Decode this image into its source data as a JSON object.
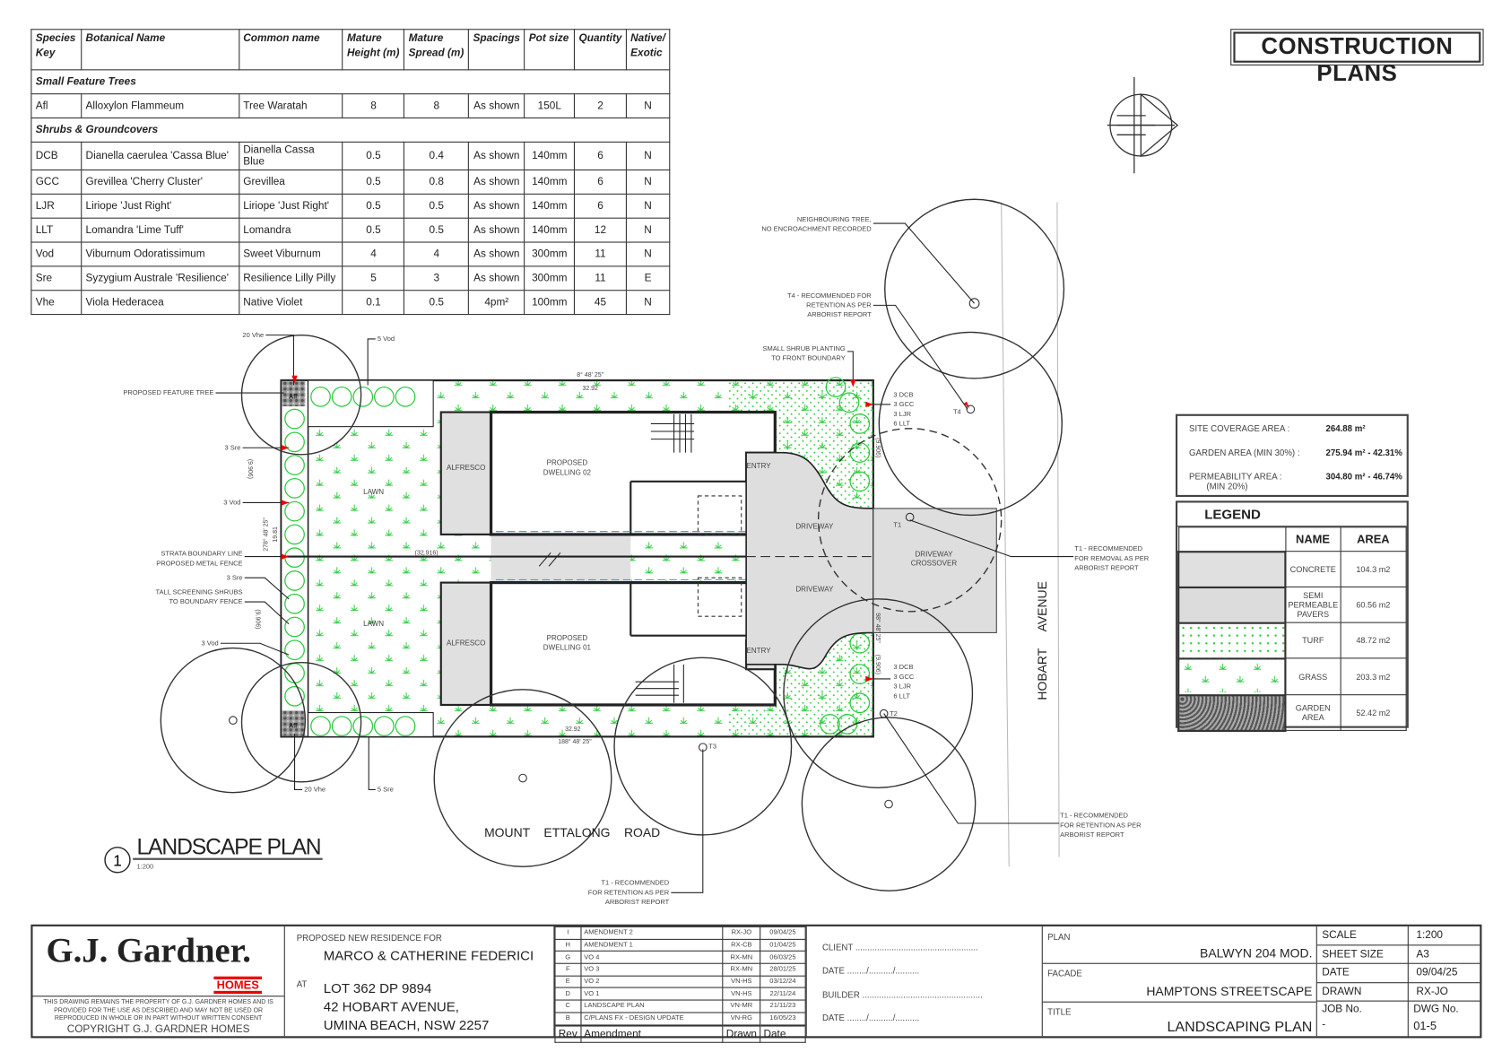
{
  "header": {
    "title": "CONSTRUCTION PLANS"
  },
  "plant_schedule": {
    "columns": [
      "Species Key",
      "Botanical Name",
      "Common name",
      "Mature Height (m)",
      "Mature Spread (m)",
      "Spacings",
      "Pot size",
      "Quantity",
      "Native/ Exotic"
    ],
    "sections": [
      {
        "title": "Small Feature Trees",
        "rows": [
          [
            "Afl",
            "Alloxylon Flammeum",
            "Tree Waratah",
            "8",
            "8",
            "As shown",
            "150L",
            "2",
            "N"
          ]
        ]
      },
      {
        "title": "Shrubs & Groundcovers",
        "rows": [
          [
            "DCB",
            "Dianella caerulea 'Cassa Blue'",
            "Dianella Cassa Blue",
            "0.5",
            "0.4",
            "As shown",
            "140mm",
            "6",
            "N"
          ],
          [
            "GCC",
            "Grevillea 'Cherry Cluster'",
            "Grevillea",
            "0.5",
            "0.8",
            "As shown",
            "140mm",
            "6",
            "N"
          ],
          [
            "LJR",
            "Liriope 'Just Right'",
            "Liriope 'Just Right'",
            "0.5",
            "0.5",
            "As shown",
            "140mm",
            "6",
            "N"
          ],
          [
            "LLT",
            "Lomandra 'Lime Tuff'",
            "Lomandra",
            "0.5",
            "0.5",
            "As shown",
            "140mm",
            "12",
            "N"
          ],
          [
            "Vod",
            "Viburnum Odoratissimum",
            "Sweet Viburnum",
            "4",
            "4",
            "As shown",
            "300mm",
            "11",
            "N"
          ],
          [
            "Sre",
            "Syzygium Australe 'Resilience'",
            "Resilience Lilly Pilly",
            "5",
            "3",
            "As shown",
            "300mm",
            "11",
            "E"
          ],
          [
            "Vhe",
            "Viola Hederacea",
            "Native Violet",
            "0.1",
            "0.5",
            "4pm²",
            "100mm",
            "45",
            "N"
          ]
        ]
      }
    ]
  },
  "coverage": [
    {
      "label": "SITE COVERAGE AREA :",
      "sub": "",
      "value": "264.88 m² "
    },
    {
      "label": "GARDEN AREA (MIN 30%) :",
      "sub": "",
      "value": "275.94 m²  - 42.31%"
    },
    {
      "label": "PERMEABILITY AREA :",
      "sub": "(MIN 20%)",
      "value": "304.80 m²  - 46.74%"
    }
  ],
  "legend": {
    "title": "LEGEND",
    "headers": [
      "NAME",
      "AREA"
    ],
    "rows": [
      {
        "name": "CONCRETE",
        "area": "104.3 m2"
      },
      {
        "name": "SEMI PERMEABLE PAVERS",
        "area": "60.56 m2"
      },
      {
        "name": "TURF",
        "area": "48.72 m2"
      },
      {
        "name": "GRASS",
        "area": "203.3 m2"
      },
      {
        "name": "GARDEN AREA",
        "area": "52.42 m2"
      }
    ]
  },
  "plan": {
    "title": "LANDSCAPE PLAN",
    "number": "1",
    "scale": "1:200",
    "streets": {
      "side": "HOBART     AVENUE",
      "front": "MOUNT    ETTALONG    ROAD"
    },
    "rooms": {
      "alfresco": "ALFRESCO",
      "dwelling_label": "PROPOSED",
      "dwelling2": "DWELLING 02",
      "dwelling1": "DWELLING 01",
      "lawn": "LAWN",
      "entry": "ENTRY",
      "driveway": "DRIVEWAY",
      "crossover1": "DRIVEWAY",
      "crossover2": "CROSSOVER",
      "afl": "Afl"
    },
    "dims": {
      "bearing_top": "8° 48' 25\"",
      "len_top": "32.92",
      "left_a": "(9.906)",
      "bearing_left": "278° 48' 25\"",
      "len_left": "19.81",
      "strata": "(32.916)",
      "left_b": "(9.906)",
      "len_bottom": "32.92",
      "bearing_bottom": "188° 48' 25\"",
      "right_a": "(9.906)",
      "bearing_right": "98° 48' 25\"",
      "right_b": "(9.906)"
    },
    "trees": {
      "t1": "T1",
      "t2": "T2",
      "t3": "T3",
      "t4": "T4"
    },
    "notes": {
      "neighbour": [
        "NEIGHBOURING TREE,",
        "NO ENCROACHMENT RECORDED"
      ],
      "t4": [
        "T4 - RECOMMENDED FOR",
        "RETENTION AS PER",
        "ARBORIST REPORT"
      ],
      "small_shrub": [
        "SMALL SHRUB PLANTING",
        "TO FRONT BOUNDARY"
      ],
      "shrubs_top": [
        "3 DCB",
        "3 GCC",
        "3 LJR",
        "6 LLT"
      ],
      "shrubs_bottom": [
        "3 DCB",
        "3 GCC",
        "3 LJR",
        "6 LLT"
      ],
      "t1_removal": [
        "T1 - RECOMMENDED",
        "FOR REMOVAL AS PER",
        "ARBORIST REPORT"
      ],
      "t2_retention": [
        "T1 - RECOMMENDED",
        "FOR RETENTION AS PER",
        "ARBORIST REPORT"
      ],
      "t3_retention": [
        "T1 - RECOMMENDED",
        "FOR RETENTION AS PER",
        "ARBORIST REPORT"
      ],
      "vhe_top": "20 Vhe",
      "vod_top": "5 Vod",
      "feature_tree": "PROPOSED FEATURE TREE",
      "sre_1": "3 Sre",
      "vod_1": "3 Vod",
      "strata": [
        "STRATA BOUNDARY LINE",
        "PROPOSED METAL FENCE"
      ],
      "sre_2": "3 Sre",
      "screening": [
        "TALL SCREENING SHRUBS",
        "TO BOUNDARY FENCE"
      ],
      "vod_2": "3 Vod",
      "vhe_bottom": "20 Vhe",
      "sre_bottom": "5 Sre"
    }
  },
  "title_block": {
    "logo": "G.J. Gardner.",
    "logo_sub": "HOMES",
    "disclaimer": [
      "THIS DRAWING REMAINS THE PROPERTY OF G.J. GARDNER HOMES AND IS",
      "PROVIDED FOR THE USE AS DESCRIBED AND MAY NOT BE USED OR",
      "REPRODUCED IN WHOLE OR IN PART WITHOUT WRITTEN CONSENT"
    ],
    "copyright": "COPYRIGHT G.J. GARDNER HOMES",
    "for_label": "PROPOSED NEW RESIDENCE FOR",
    "client_name": "MARCO & CATHERINE FEDERICI",
    "at_label": "AT",
    "address": [
      "LOT 362 DP 9894",
      "42 HOBART AVENUE,",
      "UMINA BEACH, NSW 2257"
    ],
    "revisions": [
      [
        "I",
        "AMENDMENT 2",
        "RX-JO",
        "09/04/25"
      ],
      [
        "H",
        "AMENDMENT 1",
        "RX-CB",
        "01/04/25"
      ],
      [
        "G",
        "VO 4",
        "RX-MN",
        "06/03/25"
      ],
      [
        "F",
        "VO 3",
        "RX-MN",
        "28/01/25"
      ],
      [
        "E",
        "VO 2",
        "VN-HS",
        "03/12/24"
      ],
      [
        "D",
        "VO 1",
        "VN-HS",
        "22/11/24"
      ],
      [
        "C",
        "LANDSCAPE PLAN",
        "VN-MR",
        "21/11/23"
      ],
      [
        "B",
        "C/PLANS FX - DESIGN UPDATE",
        "VN-RG",
        "16/05/23"
      ]
    ],
    "revision_headers": [
      "Rev",
      "Amendment",
      "Drawn",
      "Date"
    ],
    "sign": [
      "CLIENT ...................................................",
      "DATE ......../........../..........",
      "BUILDER ..................................................",
      "DATE ......../........../.........."
    ],
    "plan_label": "PLAN",
    "plan_value": "BALWYN 204 MOD.",
    "facade_label": "FACADE",
    "facade_value": "HAMPTONS STREETSCAPE",
    "title_label": "TITLE",
    "title_value": "LANDSCAPING PLAN",
    "meta": [
      [
        "SCALE",
        "1:200"
      ],
      [
        "SHEET SIZE",
        "A3"
      ],
      [
        "DATE",
        "09/04/25"
      ],
      [
        "DRAWN",
        "RX-JO"
      ]
    ],
    "job_label": "JOB No.",
    "job_value": "-",
    "dwg_label": "DWG No.",
    "dwg_value": "01-5"
  }
}
